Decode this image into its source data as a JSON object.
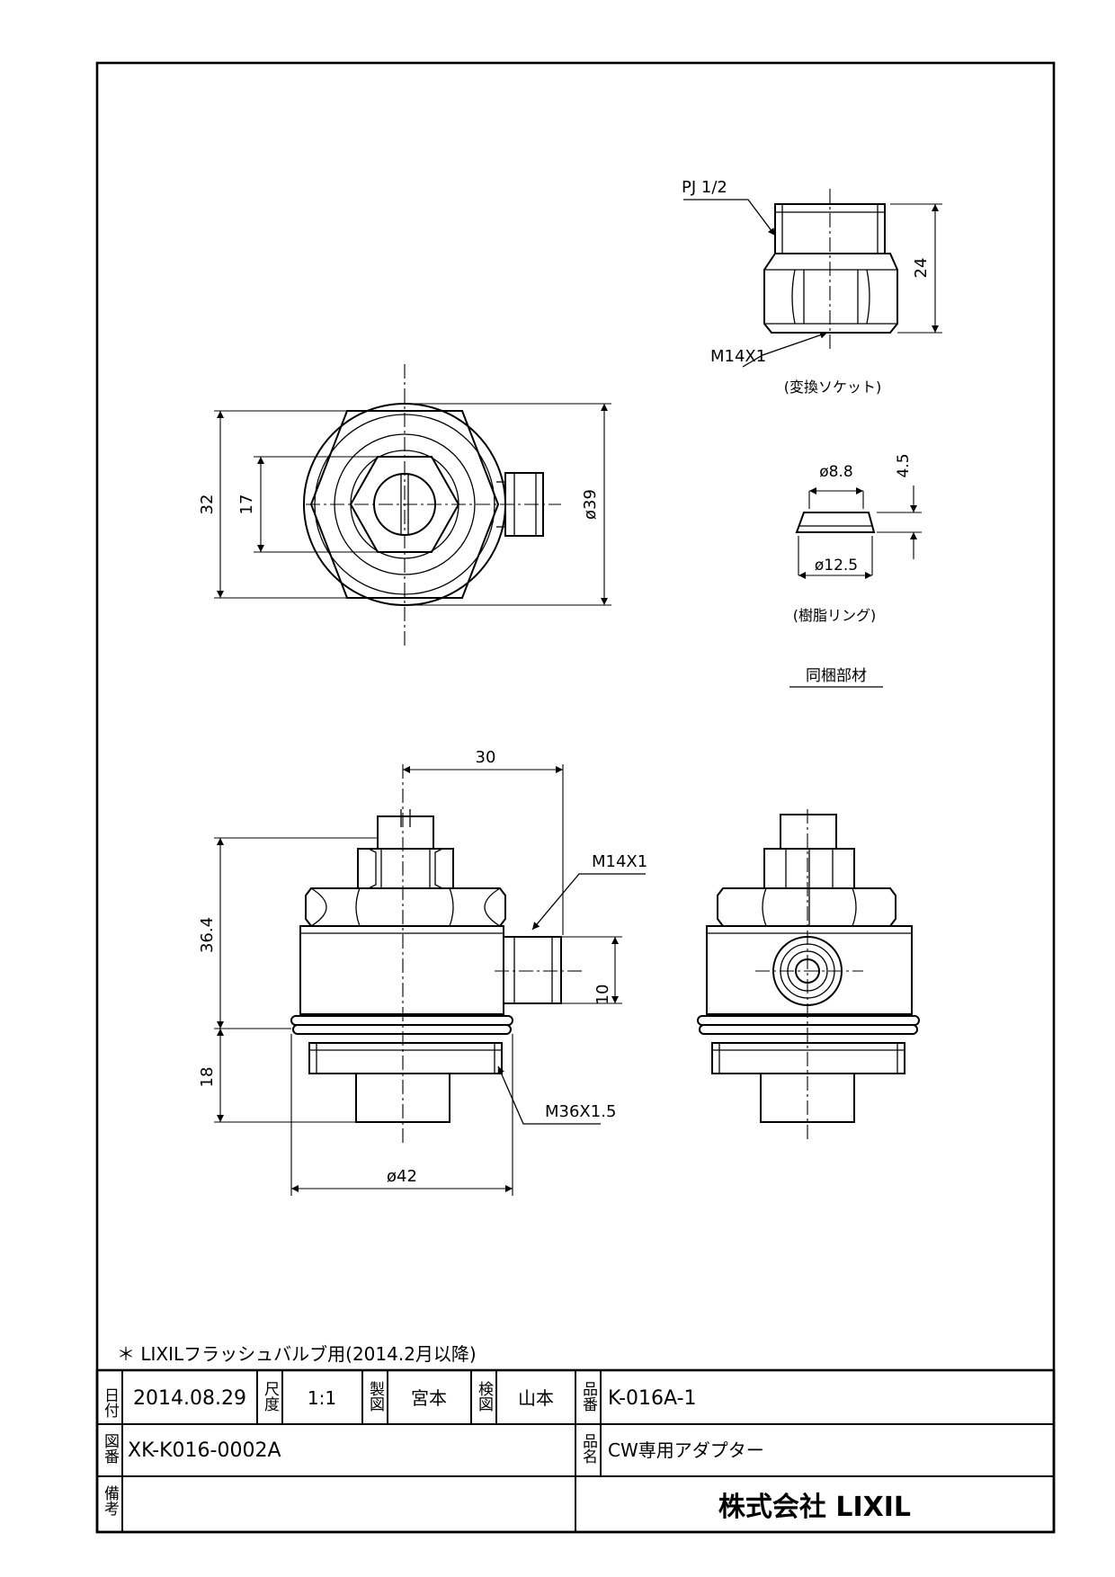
{
  "note": "＊ LIXILフラッシュバルブ用(2014.2月以降)",
  "views": {
    "socket": {
      "thread_top": "PJ 1/2",
      "height": "24",
      "thread_bottom": "M14X1",
      "caption": "(変換ソケット)"
    },
    "ring": {
      "top_dia": "ø8.8",
      "height": "4.5",
      "bottom_dia": "ø12.5",
      "caption": "(樹脂リング)"
    },
    "bundled_label": "同梱部材",
    "top_view": {
      "dim_32": "32",
      "dim_17": "17",
      "dim_39": "ø39"
    },
    "front_view": {
      "dim_30": "30",
      "thread_side": "M14X1",
      "dim_36_4": "36.4",
      "dim_10": "10",
      "dim_18": "18",
      "thread_bottom": "M36X1.5",
      "dim_42": "ø42"
    }
  },
  "title_block": {
    "date_label": "日付",
    "date": "2014.08.29",
    "scale_label": "尺度",
    "scale": "1:1",
    "drawn_label": "製図",
    "drawn_by": "宮本",
    "checked_label": "検図",
    "checked_by": "山本",
    "part_no_label": "品番",
    "part_no": "K-016A-1",
    "drawing_no_label": "図番",
    "drawing_no": "XK-K016-0002A",
    "part_name_label": "品名",
    "part_name": "CW専用アダプター",
    "remarks_label": "備考",
    "remarks": "",
    "company": "株式会社 LIXIL"
  }
}
